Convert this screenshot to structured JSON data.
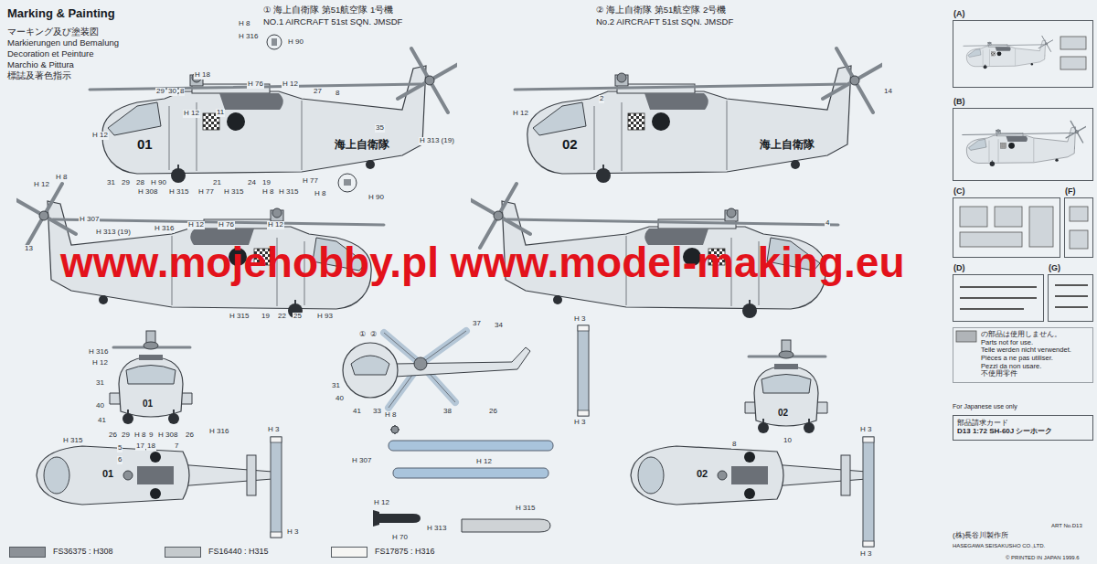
{
  "diagram": {
    "title": "Marking & Painting",
    "nodes": [
      {
        "text": [
          "(A)"
        ]
      },
      {
        "text": [
          "(B)"
        ]
      },
      {
        "text": [
          "(C)"
        ]
      },
      {
        "text": [
          "(F)"
        ]
      },
      {
        "text": [
          "(D)"
        ]
      },
      {
        "text": [
          "(G)"
        ]
      },
      {
        "text": [
          "の部品は使用しません。",
          "Parts not for use.",
          "Teile werden nicht verwendet.",
          "Pièces a ne pas utiliser.",
          "Pezzi da non usare.",
          "不使用零件"
        ]
      },
      {
        "text": [
          "部品請求カード",
          "D13 1:72 SH-60J シーホーク"
        ]
      }
    ],
    "labels": [
      "マーキング及び塗装図",
      "Markierungen und Bemalung",
      "Decoration et Peinture",
      "Marchio & Pittura",
      "標誌及著色指示",
      "① 海上自衛隊 第51航空隊 1号機",
      "NO.1 AIRCRAFT 51st SQN. JMSDF",
      "② 海上自衛隊 第51航空隊 2号機",
      "No.2 AIRCRAFT 51st SQN. JMSDF",
      "01",
      "海上自衛隊",
      "02",
      "海上自衛隊",
      "01",
      "02",
      "01",
      "02",
      "www.mojehobby.pl www.model-making.eu",
      "H 18",
      "H 12",
      "29",
      "30",
      "8",
      "H 12",
      "11",
      "H 76",
      "H 12",
      "27",
      "8",
      "35",
      "H 313 (19)",
      "31",
      "29",
      "28",
      "H 90",
      "21",
      "24",
      "19",
      "H 308",
      "H 315",
      "H 77",
      "H 315",
      "H 8",
      "H 315",
      "H 77",
      "H 8",
      "H 90",
      "H 316",
      "H 8",
      "H 90",
      "2",
      "14",
      "H 12",
      "H 12",
      "H 8",
      "H 307",
      "H 313 (19)",
      "H 316",
      "H 12",
      "H 76",
      "H 12",
      "13",
      "H 315",
      "19",
      "22",
      "25",
      "H 93",
      "4",
      "H 316",
      "H 12",
      "31",
      "40",
      "41",
      "26",
      "29",
      "H 8",
      "9",
      "H 308",
      "26",
      "①",
      "②",
      "37",
      "34",
      "31",
      "40",
      "41",
      "33",
      "38",
      "26",
      "H 3",
      "H 3",
      "10",
      "H 8",
      "H 307",
      "H 12",
      "H 12",
      "H 70",
      "H 315",
      "H 313",
      "H 315",
      "5",
      "6",
      "17",
      "18",
      "7",
      "H 316",
      "H 3",
      "H 3",
      "8",
      "H 3",
      "H 3",
      "For Japanese use only",
      "ART No.D13",
      "(株)長谷川製作所",
      "HASEGAWA SEISAKUSHO CO.,LTD.",
      "© PRINTED IN JAPAN 1999.6"
    ],
    "legend": [
      {
        "text": "FS36375 : H308",
        "color": "#8c9197"
      },
      {
        "text": "FS16440 : H315",
        "color": "#c5cacd"
      },
      {
        "text": "FS17875 : H316",
        "color": "#f5f5f3"
      }
    ]
  }
}
